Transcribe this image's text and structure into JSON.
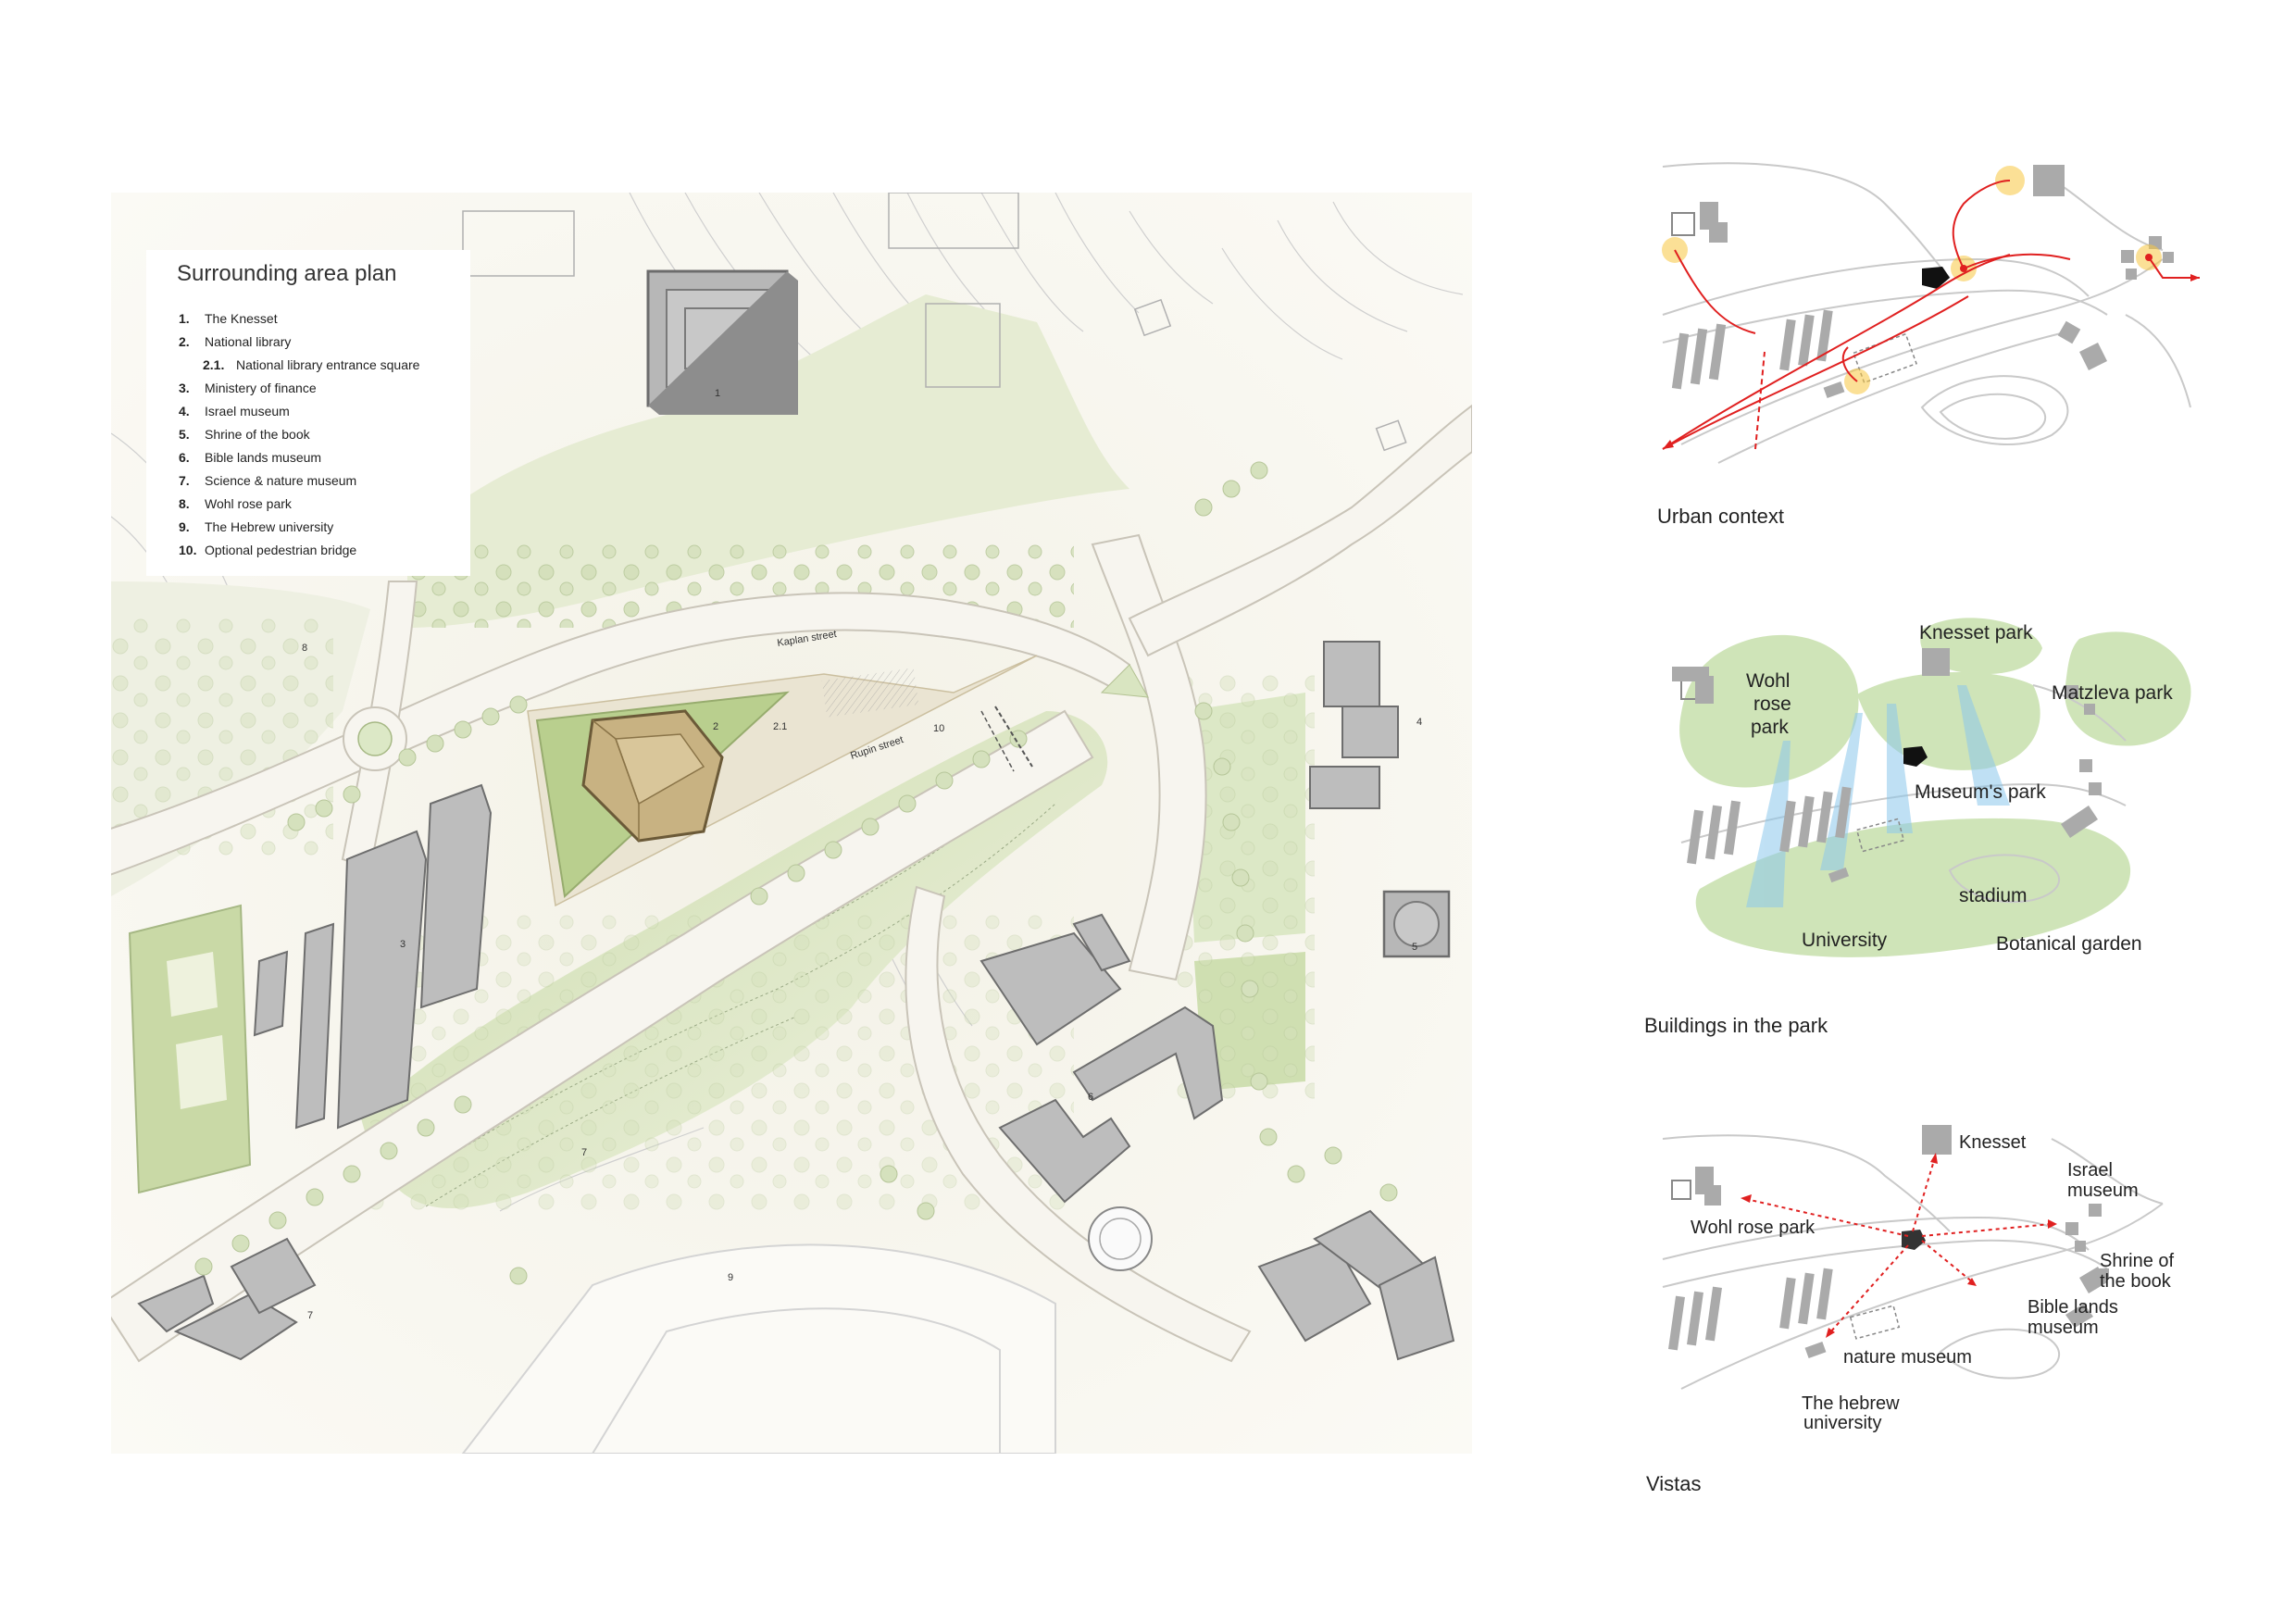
{
  "legend": {
    "title": "Surrounding area plan",
    "items": [
      {
        "num": "1.",
        "label": "The Knesset"
      },
      {
        "num": "2.",
        "label": "National library"
      },
      {
        "num": "2.1.",
        "label": "National library entrance square"
      },
      {
        "num": "3.",
        "label": "Ministery of finance"
      },
      {
        "num": "4.",
        "label": "Israel museum"
      },
      {
        "num": "5.",
        "label": "Shrine of the book"
      },
      {
        "num": "6.",
        "label": "Bible lands museum"
      },
      {
        "num": "7.",
        "label": "Science & nature museum"
      },
      {
        "num": "8.",
        "label": "Wohl rose park"
      },
      {
        "num": "9.",
        "label": "The Hebrew university"
      },
      {
        "num": "10.",
        "label": "Optional pedestrian bridge"
      }
    ]
  },
  "map": {
    "streets": {
      "kaplan": "Kaplan street",
      "rupin": "Rupin street"
    },
    "markers": {
      "m1": "1",
      "m2": "2",
      "m21": "2.1",
      "m10": "10",
      "m3": "3",
      "m4": "4",
      "m5": "5",
      "m6": "6",
      "m7a": "7",
      "m7b": "7",
      "m8": "8",
      "m9": "9"
    }
  },
  "diagrams": {
    "urban": {
      "caption": "Urban context"
    },
    "buildings": {
      "caption": "Buildings in the park",
      "labels": {
        "knesset_park": "Knesset park",
        "wohl1": "Wohl",
        "wohl2": "rose",
        "wohl3": "park",
        "matzleva": "Matzleva park",
        "museums": "Museum's park",
        "stadium": "stadium",
        "university": "University",
        "botanical": "Botanical garden"
      }
    },
    "vistas": {
      "caption": "Vistas",
      "labels": {
        "knesset": "Knesset",
        "israel1": "Israel",
        "israel2": "museum",
        "wohl": "Wohl rose park",
        "shrine1": "Shrine of",
        "shrine2": "the book",
        "bible1": "Bible lands",
        "bible2": "museum",
        "nature": "nature museum",
        "hebrew1": "The hebrew",
        "hebrew2": "university"
      }
    }
  },
  "colors": {
    "park_green": "#dce8c6",
    "dark_green": "#b7cc94",
    "road": "#f6f4ee",
    "road_edge": "#cfcac0",
    "building": "#b8b8b8",
    "building_dark": "#8a8a8a",
    "library": "#c4ad78",
    "diagram_green": "#cfe4b8",
    "route_red": "#e02020",
    "glow": "#f7c640",
    "vista_blue": "#8cc8ec"
  }
}
